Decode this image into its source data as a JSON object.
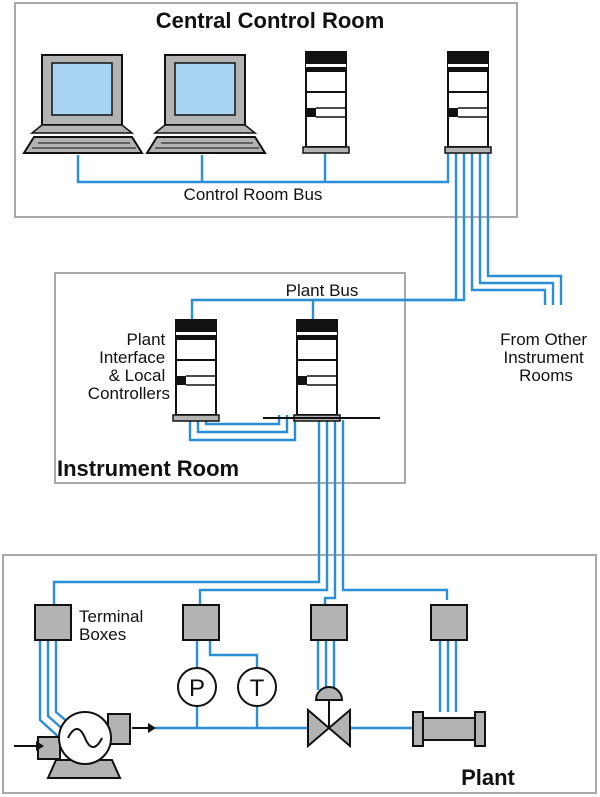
{
  "rooms": {
    "control": "Central Control Room",
    "instrument": "Instrument Room",
    "plant": "Plant"
  },
  "labels": {
    "control_bus": "Control Room Bus",
    "plant_bus": "Plant Bus",
    "plant_interface": [
      "Plant",
      "Interface",
      "& Local",
      "Controllers"
    ],
    "from_other": [
      "From Other",
      "Instrument",
      "Rooms"
    ],
    "terminal_boxes": [
      "Terminal",
      "Boxes"
    ]
  },
  "gauges": {
    "pressure": "P",
    "temperature": "T"
  },
  "colors": {
    "bus": "#2b8fd6",
    "screen": "#a8d4f4",
    "device": "#b3b3b3",
    "box_border": "#a9a9a9"
  }
}
